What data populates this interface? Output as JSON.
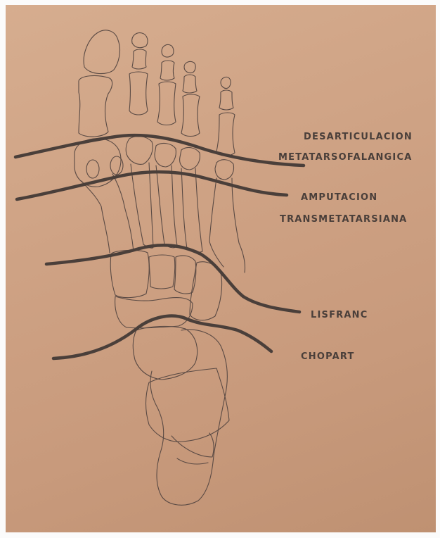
{
  "labels": {
    "desarticulacion_1": "DESARTICULACION",
    "desarticulacion_2": "METATARSOFALANGICA",
    "amputacion_1": "AMPUTACION",
    "amputacion_2": "TRANSMETATARSIANA",
    "lisfranc": "LISFRANC",
    "chopart": "CHOPART"
  },
  "colors": {
    "paper": "#cfa385",
    "ink": "#4a3f3a",
    "cut_line": "#4a3f3a"
  }
}
